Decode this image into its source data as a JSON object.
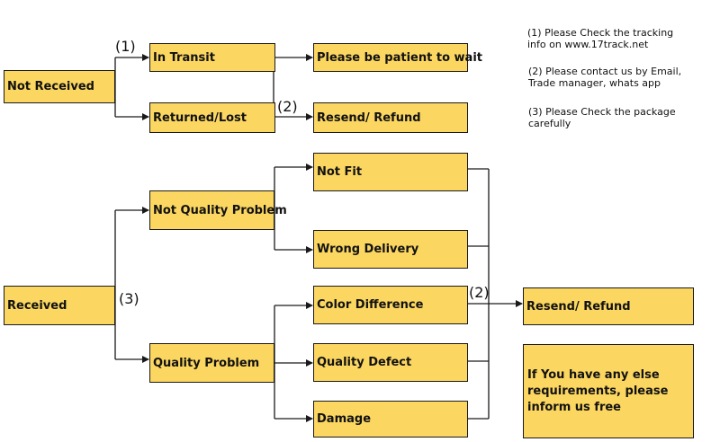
{
  "boxes": {
    "not_received": "Not Received",
    "in_transit": "In Transit",
    "returned_lost": "Returned/Lost",
    "be_patient": "Please be patient to wait",
    "resend_refund_top": "Resend/ Refund",
    "received": "Received",
    "not_quality_problem": "Not Quality Problem",
    "quality_problem": "Quality Problem",
    "not_fit": "Not Fit",
    "wrong_delivery": "Wrong Delivery",
    "color_difference": "Color Difference",
    "quality_defect": "Quality Defect",
    "damage": "Damage",
    "resend_refund_bottom": "Resend/ Refund",
    "else_requirements": "If You have any else requirements, please inform us free"
  },
  "step_labels": {
    "one": "(1)",
    "two_top": "(2)",
    "three": "(3)",
    "two_bottom": "(2)"
  },
  "notes": {
    "note1": "(1) Please Check the tracking\ninfo on www.17track.net",
    "note2": "(2) Please contact us by Email,\nTrade manager, whats app",
    "note3": "(3) Please Check the package carefully"
  },
  "colors": {
    "box_fill": "#fbd661",
    "line": "#1a1a1a"
  }
}
